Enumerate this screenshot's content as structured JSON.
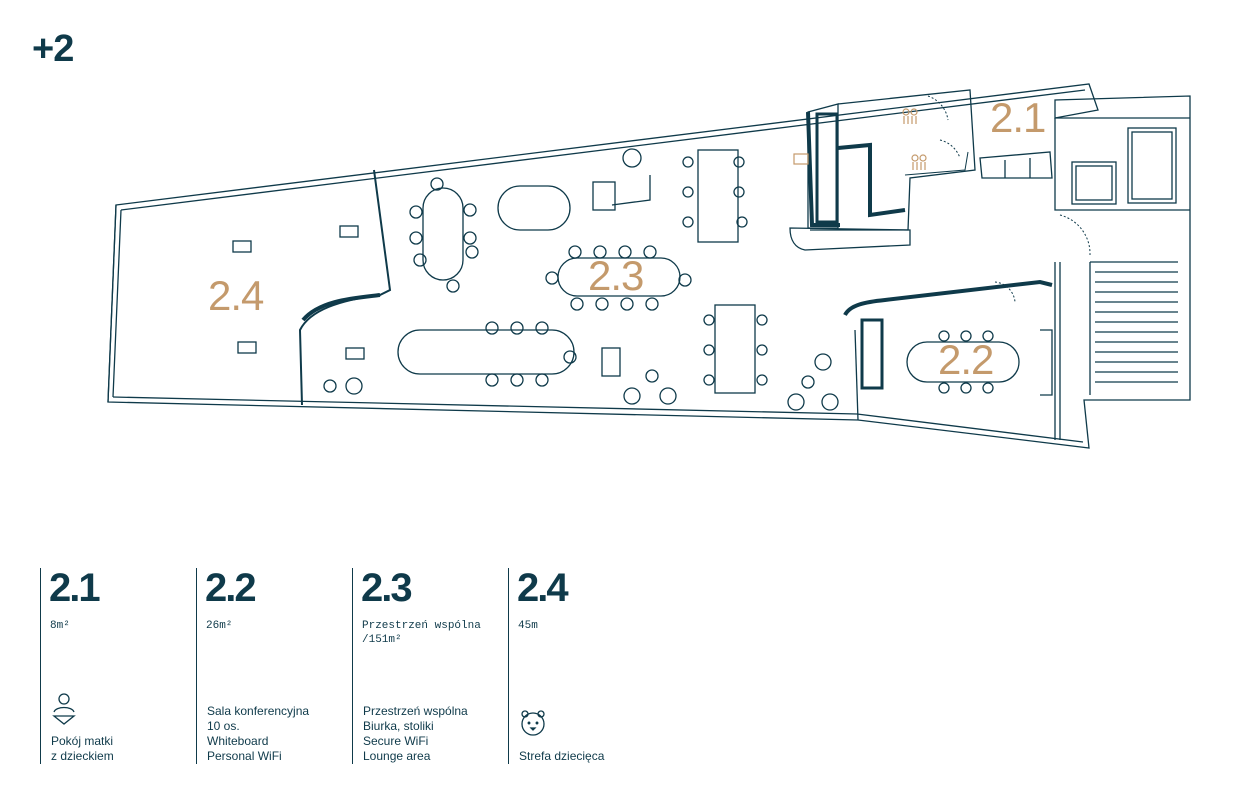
{
  "floor": {
    "label": "+2"
  },
  "zones": {
    "z21": "2.1",
    "z22": "2.2",
    "z23": "2.3",
    "z24": "2.4"
  },
  "legend": [
    {
      "id": "2.1",
      "area": "8m²",
      "icon": "mother-child-icon",
      "desc": [
        "Pokój matki",
        "z dzieckiem"
      ]
    },
    {
      "id": "2.2",
      "area": "26m²",
      "icon": "",
      "desc": [
        "Sala konferencyjna",
        "10 os.",
        "Whiteboard",
        "Personal WiFi"
      ]
    },
    {
      "id": "2.3",
      "area": "Przestrzeń wspólna\n/151m²",
      "icon": "",
      "desc": [
        "Przestrzeń wspólna",
        "Biurka, stoliki",
        "Secure WiFi",
        "Lounge area"
      ]
    },
    {
      "id": "2.4",
      "area": "45m",
      "icon": "bear-icon",
      "desc": [
        "Strefa dziecięca"
      ]
    }
  ],
  "colors": {
    "ink": "#0f3a4a",
    "accent": "#c49a6c"
  }
}
